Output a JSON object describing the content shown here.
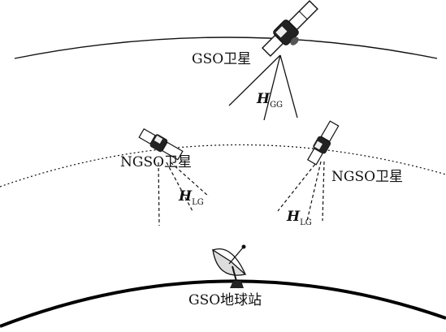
{
  "labels": {
    "gso_satellite": "GSO卫星",
    "ngso_satellite_left": "NGSO卫星",
    "ngso_satellite_right": "NGSO卫星",
    "gso_earth_station": "GSO地球站"
  },
  "channels": {
    "gg": {
      "symbol": "H",
      "subscript": "GG"
    },
    "lg_left": {
      "symbol": "H",
      "subscript": "LG"
    },
    "lg_right": {
      "symbol": "H",
      "subscript": "LG"
    }
  }
}
